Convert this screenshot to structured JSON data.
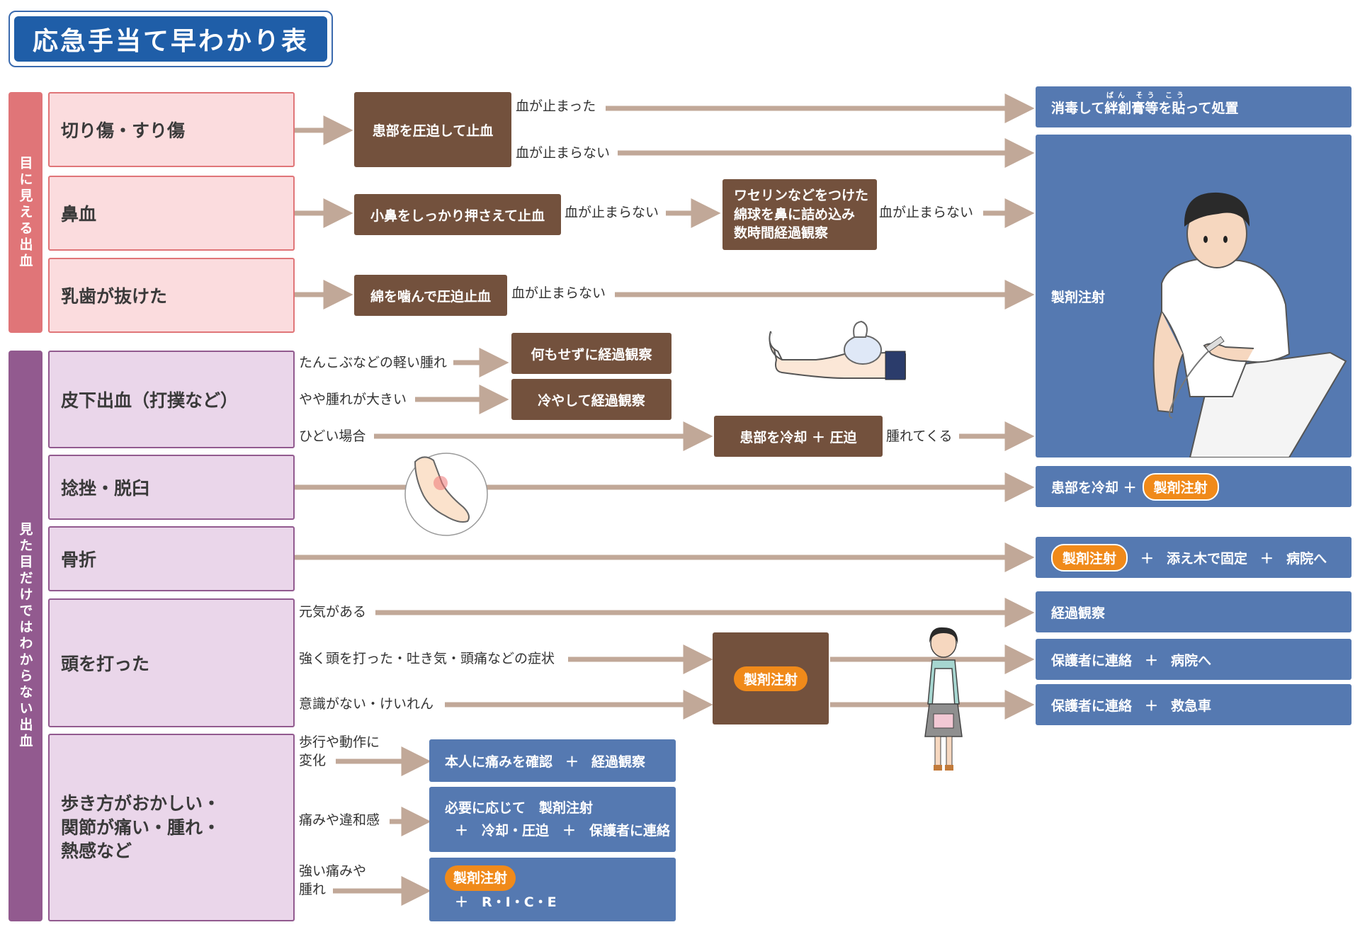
{
  "title": "応急手当て早わかり表",
  "sidebars": {
    "visible": "目に見える出血",
    "invisible": "見た目だけではわからない出血"
  },
  "categories": {
    "cut": "切り傷・すり傷",
    "nosebleed": "鼻血",
    "baby_tooth": "乳歯が抜けた",
    "bruise": "皮下出血（打撲など）",
    "sprain": "捻挫・脱臼",
    "fracture": "骨折",
    "head": "頭を打った",
    "walking": [
      "歩き方がおかしい・",
      "関節が痛い・腫れ・",
      "熱感など"
    ]
  },
  "actions": {
    "compress": "患部を圧迫して止血",
    "nose_hold": "小鼻をしっかり押さえて止血",
    "vaseline": [
      "ワセリンなどをつけた",
      "綿球を鼻に詰め込み",
      "数時間経過観察"
    ],
    "cotton_bite": "綿を噛んで圧迫止血",
    "do_nothing": "何もせずに経過観察",
    "cool_observe": "冷やして経過観察",
    "cool_compress": "患部を冷却 ＋ 圧迫",
    "injection": "製剤注射"
  },
  "labels": {
    "stopped": "血が止まった",
    "not_stopped": "血が止まらない",
    "mild_swelling": "たんこぶなどの軽い腫れ",
    "big_swelling": "やや腫れが大きい",
    "severe": "ひどい場合",
    "swelling_comes": "腫れてくる",
    "energetic": "元気がある",
    "strong_hit": "強く頭を打った・吐き気・頭痛などの症状",
    "unconscious": "意識がない・けいれん",
    "gait_change": [
      "歩行や動作に",
      "変化"
    ],
    "pain_discomfort": "痛みや違和感",
    "strong_pain": [
      "強い痛みや",
      "腫れ"
    ]
  },
  "results": {
    "disinfect_ruby": "ばん そう こう",
    "disinfect": "消毒して絆創膏等を貼って処置",
    "big_injection": "製剤注射",
    "cool_plus": "患部を冷却 ＋",
    "injection_pill": "製剤注射",
    "splint": "添え木で固定",
    "hospital": "病院へ",
    "plus": "＋",
    "observe": "経過観察",
    "guardian": "保護者に連絡",
    "ambulance": "救急車",
    "confirm_pain": "本人に痛みを確認",
    "as_needed": "必要に応じて　製剤注射",
    "cool_compress_contact": "＋　冷却・圧迫　＋　保護者に連絡",
    "rice": "＋　R・I・C・E"
  },
  "colors": {
    "title_blue": "#1f5ea8",
    "red_bar": "#e07578",
    "red_fill": "#fbdcde",
    "purple_bar": "#925a8f",
    "purple_fill": "#ead6ea",
    "brown": "#73513d",
    "blue": "#5579b1",
    "orange": "#f08a1a",
    "arrow": "#c1a898"
  },
  "illustrations": [
    "nurse-doctor-injection-illustration",
    "knee-ice-pack-illustration",
    "sprained-ankle-illustration",
    "teacher-woman-illustration"
  ]
}
